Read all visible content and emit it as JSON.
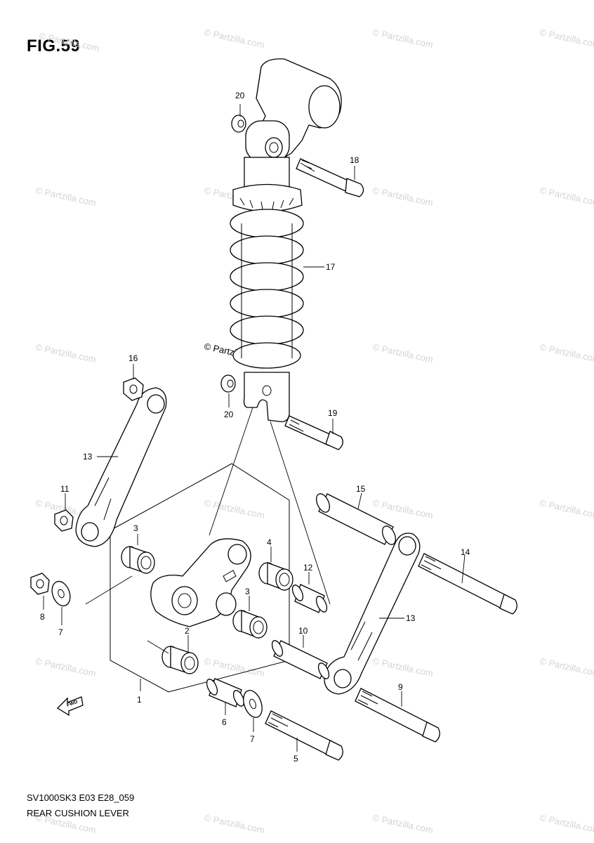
{
  "figure": {
    "title": "FIG.59",
    "code": "SV1000SK3 E03 E28_059",
    "name": "REAR CUSHION LEVER",
    "watermark": "© Partzilla.com",
    "fwd_label": "FWD"
  },
  "callouts": {
    "c1": "1",
    "c2": "2",
    "c3a": "3",
    "c3b": "3",
    "c4": "4",
    "c5": "5",
    "c6": "6",
    "c7a": "7",
    "c7b": "7",
    "c8": "8",
    "c9": "9",
    "c10": "10",
    "c11": "11",
    "c12": "12",
    "c13a": "13",
    "c13b": "13",
    "c14": "14",
    "c15": "15",
    "c16": "16",
    "c17": "17",
    "c18": "18",
    "c19": "19",
    "c20a": "20",
    "c20b": "20"
  }
}
